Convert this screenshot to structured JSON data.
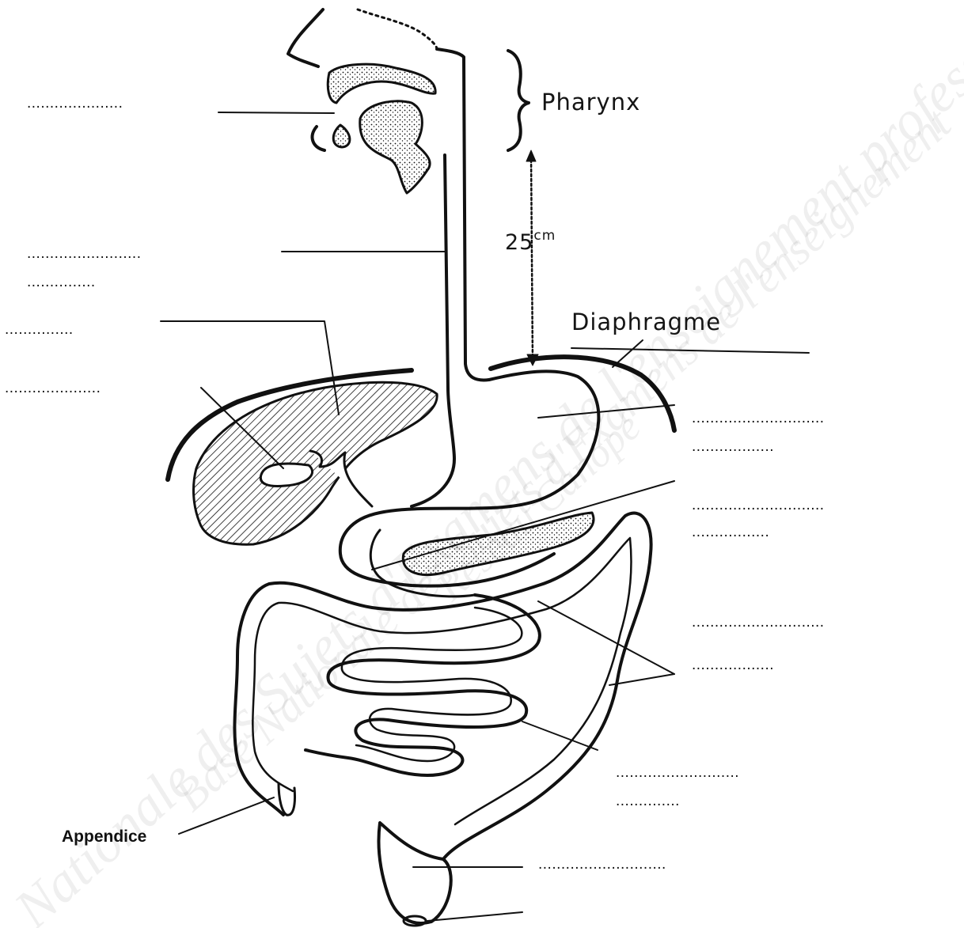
{
  "labels": {
    "pharynx": "Pharynx",
    "distance": "25",
    "distance_unit": "cm",
    "diaphragme": "Diaphragme",
    "appendice": "Appendice"
  },
  "blanks": [
    ".....................",
    ".........................",
    "...............",
    "...............",
    ".....................",
    ".............................",
    "..................",
    ".............................",
    ".................",
    ".............................",
    "..................",
    "...........................",
    "..............",
    "............................"
  ],
  "watermark": [
    "Nationale des Sujets d'Examens de l'enseignement professionnel",
    "Base Nationale des Sujets d'Examens de l'enseignement",
    "Réseau Canopé"
  ],
  "colors": {
    "ink": "#111111",
    "paper": "#ffffff"
  }
}
